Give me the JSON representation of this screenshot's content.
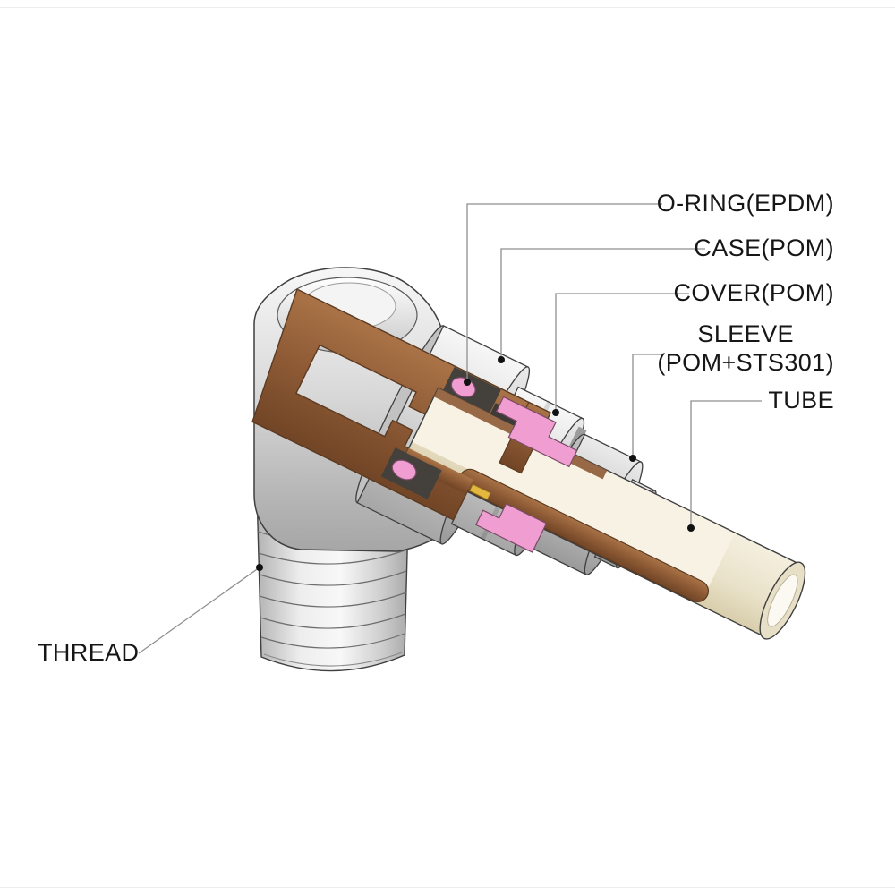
{
  "figure": {
    "type": "technical-cutaway",
    "subject": "Push-to-connect pneumatic elbow fitting cross-section"
  },
  "labels": {
    "oring": "O-RING(EPDM)",
    "case": "CASE(POM)",
    "cover": "COVER(POM)",
    "sleeve_line1": "SLEEVE",
    "sleeve_line2": "(POM+STS301)",
    "tube": "TUBE",
    "thread": "THREAD"
  },
  "colors": {
    "cut_face_brown": "#8d5a35",
    "seal_pink": "#f09ed2",
    "tube_cream": "#ece5cd",
    "metal_gray": "#cfcfcf",
    "outline": "#3f3f3f",
    "leader_line": "#8f8f8f",
    "label_text": "#161616",
    "background": "#ffffff"
  }
}
